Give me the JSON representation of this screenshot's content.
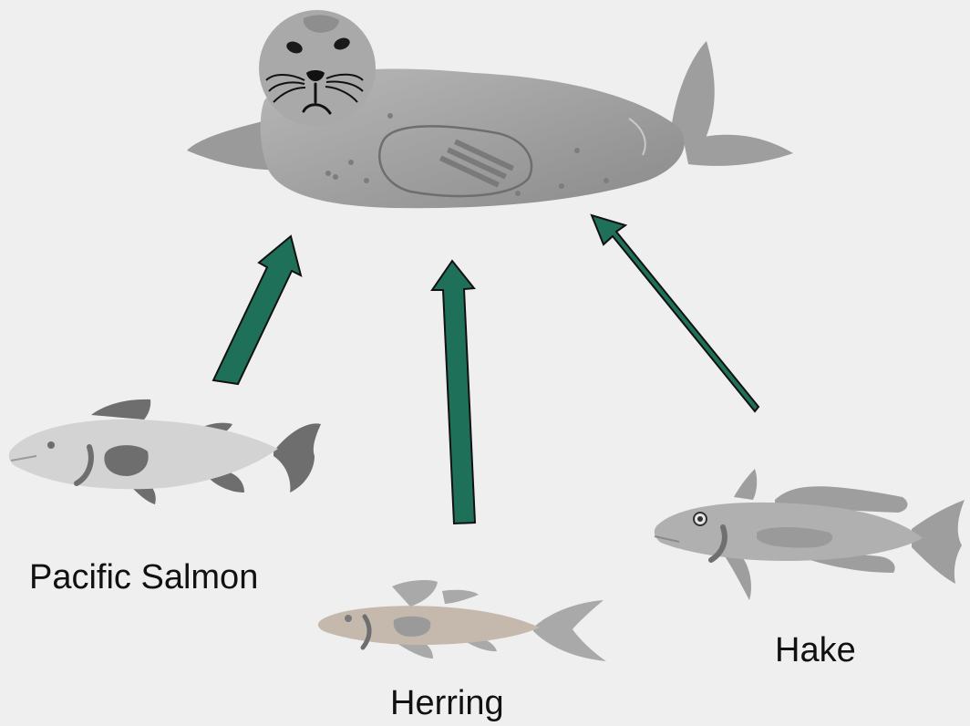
{
  "diagram": {
    "organisms": {
      "predator": {
        "icon": "seal-icon"
      },
      "salmon": {
        "label": "Pacific Salmon",
        "icon": "salmon-icon"
      },
      "herring": {
        "label": "Herring",
        "icon": "herring-icon"
      },
      "hake": {
        "label": "Hake",
        "icon": "hake-icon"
      }
    },
    "edges": [
      {
        "from": "Pacific Salmon",
        "to": "seal"
      },
      {
        "from": "Herring",
        "to": "seal"
      },
      {
        "from": "Hake",
        "to": "seal"
      }
    ],
    "colors": {
      "background": "#efefef",
      "arrow_fill": "#1f7058",
      "arrow_stroke": "#111111",
      "seal_body": "#9a9a9a",
      "salmon_body": "#d3d3d3",
      "herring_body": "#c4b9ac",
      "hake_body": "#b0b0b0",
      "fin_dark": "#6e6e6e"
    }
  }
}
